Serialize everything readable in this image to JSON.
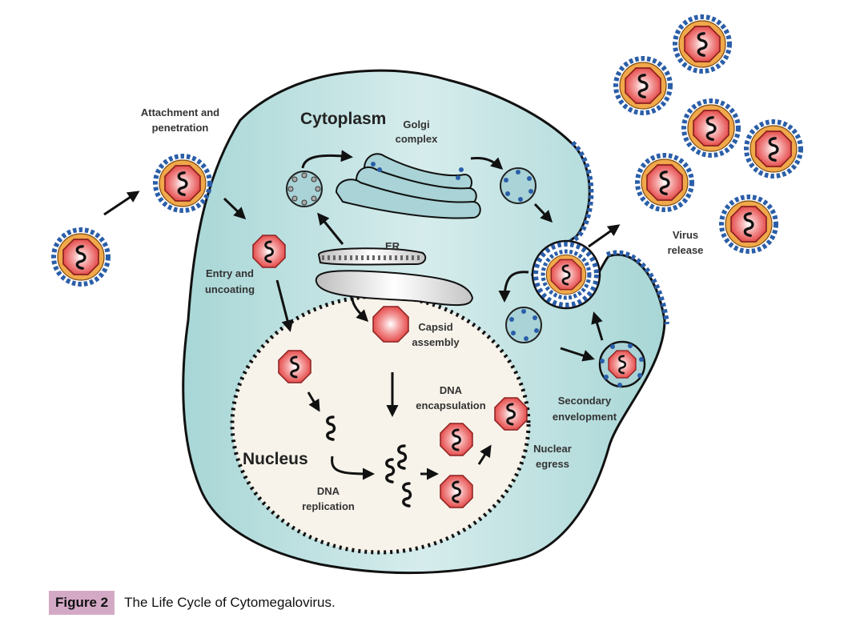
{
  "figure": {
    "number_label": "Figure 2",
    "title": "The Life Cycle of Cytomegalovirus."
  },
  "diagram": {
    "compartments": {
      "cytoplasm": "Cytoplasm",
      "nucleus": "Nucleus",
      "er": "ER",
      "golgi_line1": "Golgi",
      "golgi_line2": "complex"
    },
    "steps": {
      "attachment_line1": "Attachment and",
      "attachment_line2": "penetration",
      "entry_line1": "Entry and",
      "entry_line2": "uncoating",
      "capsid_line1": "Capsid",
      "capsid_line2": "assembly",
      "dna_encap_line1": "DNA",
      "dna_encap_line2": "encapsulation",
      "dna_rep_line1": "DNA",
      "dna_rep_line2": "replication",
      "nuclear_egress_line1": "Nuclear",
      "nuclear_egress_line2": "egress",
      "secondary_line1": "Secondary",
      "secondary_line2": "envelopment",
      "release_line1": "Virus",
      "release_line2": "release"
    },
    "colors": {
      "cytoplasm": "#b4dcdc",
      "nucleus": "#f7f3ea",
      "capsid": "#e8484a",
      "envelope": "#f0a84a",
      "glycoprotein": "#2a5ea8",
      "outline": "#111111"
    }
  }
}
